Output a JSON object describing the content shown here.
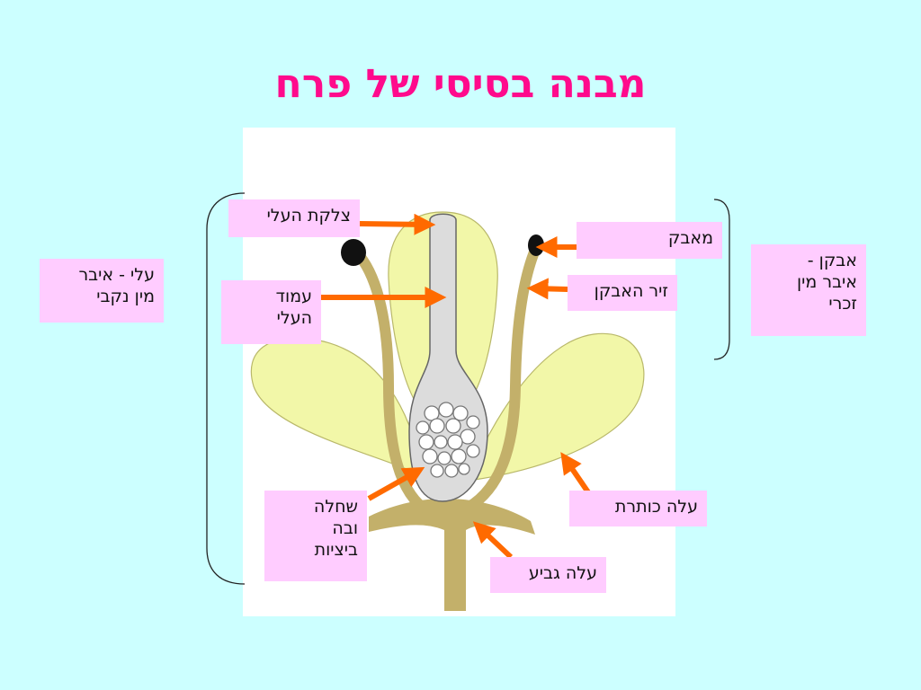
{
  "title": "מבנה בסיסי של פרח",
  "labels": {
    "stigma": "צלקת העלי",
    "anther": "מאבק",
    "filament": "זיר האבקן",
    "style_line1": "עמוד",
    "style_line2": "העלי",
    "pistil_line1": "עלי - איבר",
    "pistil_line2": "מין נקבי",
    "stamen_line1": "אבקן -",
    "stamen_line2": "איבר מין",
    "stamen_line3": "זכרי",
    "ovary_line1": "שחלה",
    "ovary_line2": "ובה",
    "ovary_line3": "ביציות",
    "petal": "עלה כותרת",
    "sepal": "עלה גביע"
  },
  "colors": {
    "title": "#ff0a8c",
    "background": "#ccffff",
    "label_bg": "#ffccff",
    "arrow": "#ff6a00",
    "petal": "#f2f7a8",
    "stem": "#c3b06a"
  }
}
